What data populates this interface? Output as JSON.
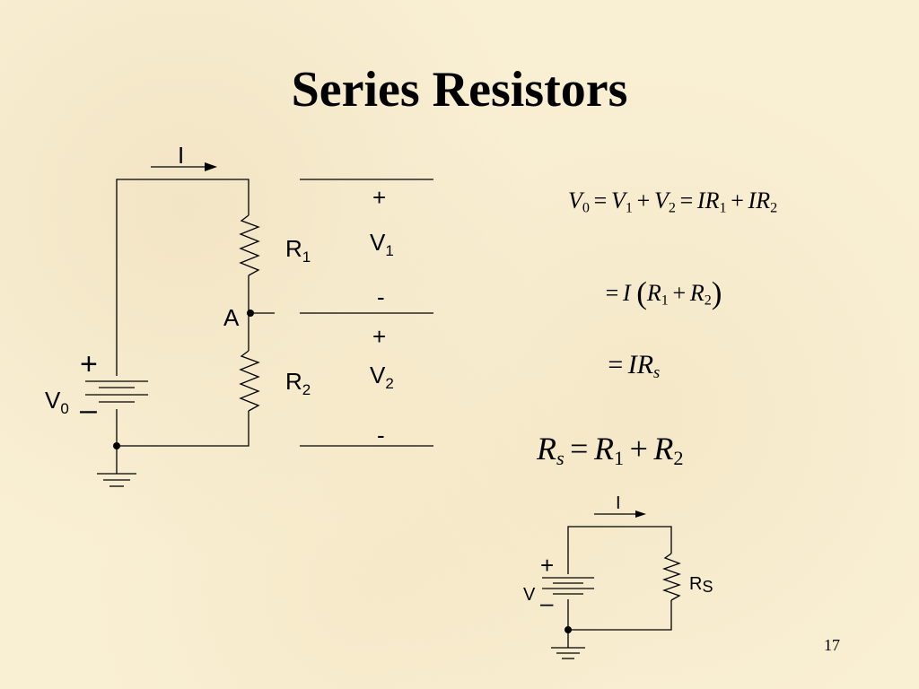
{
  "slide": {
    "title": "Series Resistors",
    "page_number": "17"
  },
  "main_circuit": {
    "current_label": "I",
    "node_label": "A",
    "r1": {
      "name": "R",
      "sub": "1"
    },
    "r2": {
      "name": "R",
      "sub": "2"
    },
    "v1": {
      "name": "V",
      "sub": "1",
      "plus": "+",
      "minus": "-"
    },
    "v2": {
      "name": "V",
      "sub": "2",
      "plus": "+",
      "minus": "-"
    },
    "source": {
      "name": "V",
      "sub": "0",
      "plus": "+",
      "minus": "–"
    }
  },
  "equations": {
    "line1": {
      "lhs": "V",
      "lhs_sub": "0",
      "t1": "V",
      "t1_sub": "1",
      "t2": "V",
      "t2_sub": "2",
      "t3": "IR",
      "t3_sub": "1",
      "t4": "IR",
      "t4_sub": "2"
    },
    "line2": {
      "i": "I",
      "r1": "R",
      "r1_sub": "1",
      "r2": "R",
      "r2_sub": "2"
    },
    "line3": {
      "text": "IR",
      "sub": "s"
    },
    "line4": {
      "lhs": "R",
      "lhs_sub": "s",
      "r1": "R",
      "r1_sub": "1",
      "r2": "R",
      "r2_sub": "2"
    },
    "ops": {
      "equals": "=",
      "plus": "+",
      "lparen": "(",
      "rparen": ")"
    }
  },
  "equivalent_circuit": {
    "current_label": "I",
    "resistor": {
      "name": "R",
      "sub": "S"
    },
    "source": {
      "name": "V",
      "plus": "+",
      "minus": "–"
    }
  }
}
